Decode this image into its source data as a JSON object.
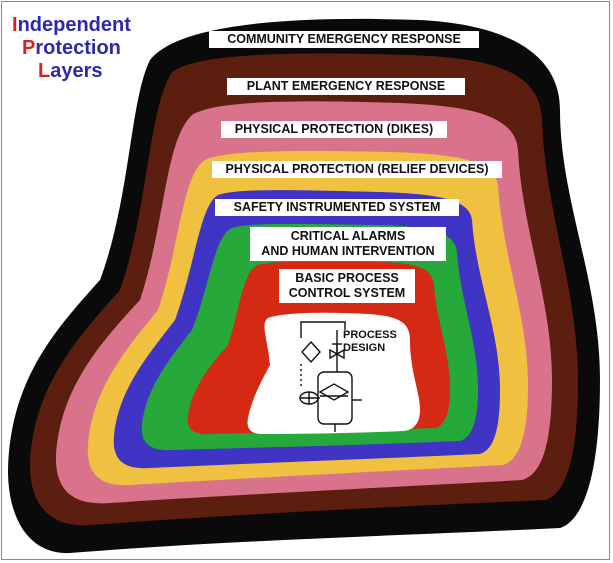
{
  "title": {
    "line1_initial": "I",
    "line1_rest": "ndependent",
    "line2_initial": "P",
    "line2_rest": "rotection",
    "line3_initial": "L",
    "line3_rest": "ayers"
  },
  "layers": [
    {
      "id": "community",
      "label": "COMMUNITY EMERGENCY RESPONSE",
      "color": "#0a0a0a"
    },
    {
      "id": "plant",
      "label": "PLANT EMERGENCY RESPONSE",
      "color": "#5c1f0f"
    },
    {
      "id": "dikes",
      "label": "PHYSICAL PROTECTION (DIKES)",
      "color": "#d9738c"
    },
    {
      "id": "relief",
      "label": "PHYSICAL PROTECTION (RELIEF DEVICES)",
      "color": "#f0c040"
    },
    {
      "id": "sis",
      "label": "SAFETY INSTRUMENTED SYSTEM",
      "color": "#3f34c4"
    },
    {
      "id": "alarms",
      "label_line1": "CRITICAL ALARMS",
      "label_line2": "AND HUMAN INTERVENTION",
      "color": "#27a83a"
    },
    {
      "id": "bpcs",
      "label_line1": "BASIC PROCESS",
      "label_line2": "CONTROL SYSTEM",
      "color": "#d42a14"
    },
    {
      "id": "process",
      "label_line1": "PROCESS",
      "label_line2": "DESIGN",
      "color": "#ffffff"
    }
  ],
  "icons": {
    "vessel": "process-vessel-icon",
    "valve": "control-valve-icon",
    "instrument": "instrument-diamond-icon"
  }
}
